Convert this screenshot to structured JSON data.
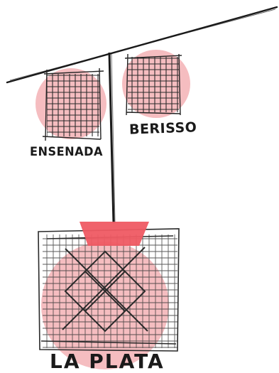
{
  "labels": {
    "ensenada": "ENSENADA",
    "berisso": "BERISSO",
    "la_plata": "LA PLATA"
  },
  "colors": {
    "ink": "#1a1a1a",
    "circle_fill": "#f4b6b9",
    "connector_fill": "#ef5a63",
    "background": "#ffffff"
  }
}
